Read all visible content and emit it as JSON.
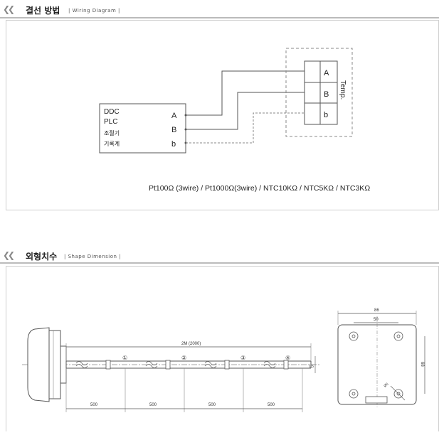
{
  "wiring": {
    "heading_icon": "double-chevron-icon",
    "title": "결선 방법",
    "subtitle": "| Wiring Diagram |",
    "controller_lines": [
      "DDC",
      "PLC",
      "조절기",
      "기록계"
    ],
    "controller_terminals": [
      "A",
      "B",
      "b"
    ],
    "sensor_terminals": [
      "A",
      "B",
      "b"
    ],
    "sensor_label": "Temp.",
    "spec_line": "Pt100Ω (3wire) / Pt1000Ω(3wire) / NTC10KΩ  / NTC5KΩ  / NTC3KΩ"
  },
  "shape": {
    "heading_icon": "double-chevron-icon",
    "title": "외형치수",
    "subtitle": "| Shape Dimension |",
    "total_length": "2M (2000)",
    "markers": [
      "①",
      "②",
      "③",
      "④"
    ],
    "segment_lengths": [
      "500",
      "500",
      "500",
      "500"
    ],
    "tip_dim": "1.5",
    "box_width": "86",
    "box_inner_width": "50",
    "box_height": "68",
    "hole_dim": "Ø5"
  },
  "colors": {
    "line": "#555555",
    "dashed": "#888888",
    "panel_border": "#cfcfcf"
  }
}
